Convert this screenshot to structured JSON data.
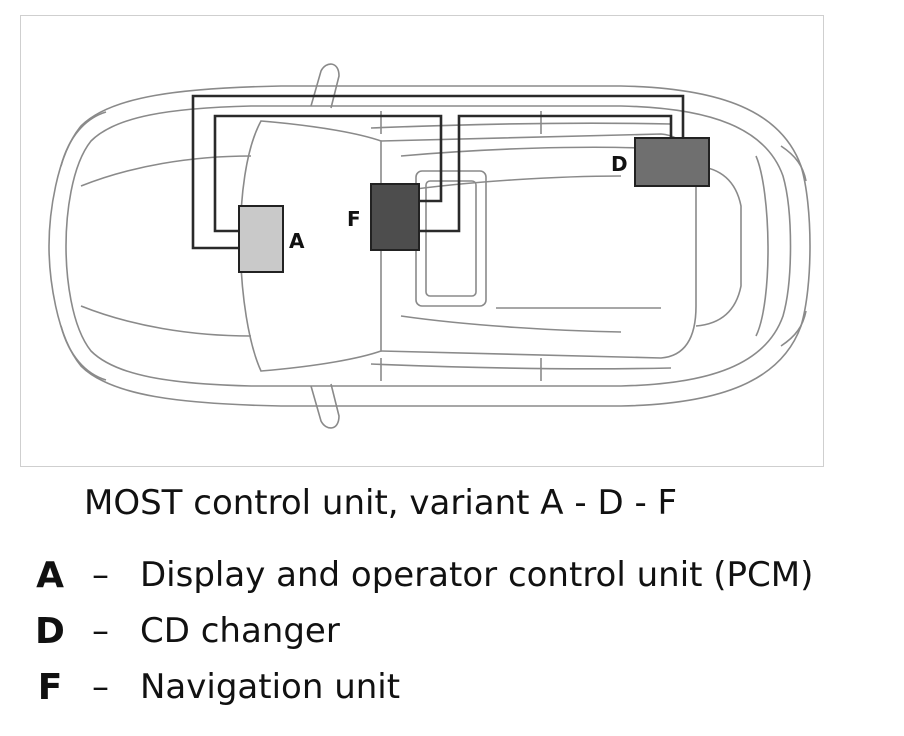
{
  "diagram": {
    "caption": "MOST control unit, variant A - D - F",
    "units": [
      {
        "key": "A",
        "description": "Display and operator control unit (PCM)",
        "fill": "#c9c9c9"
      },
      {
        "key": "D",
        "description": "CD changer",
        "fill": "#6f6f6f"
      },
      {
        "key": "F",
        "description": "Navigation unit",
        "fill": "#4d4d4d"
      }
    ],
    "legend_dash": "–"
  }
}
